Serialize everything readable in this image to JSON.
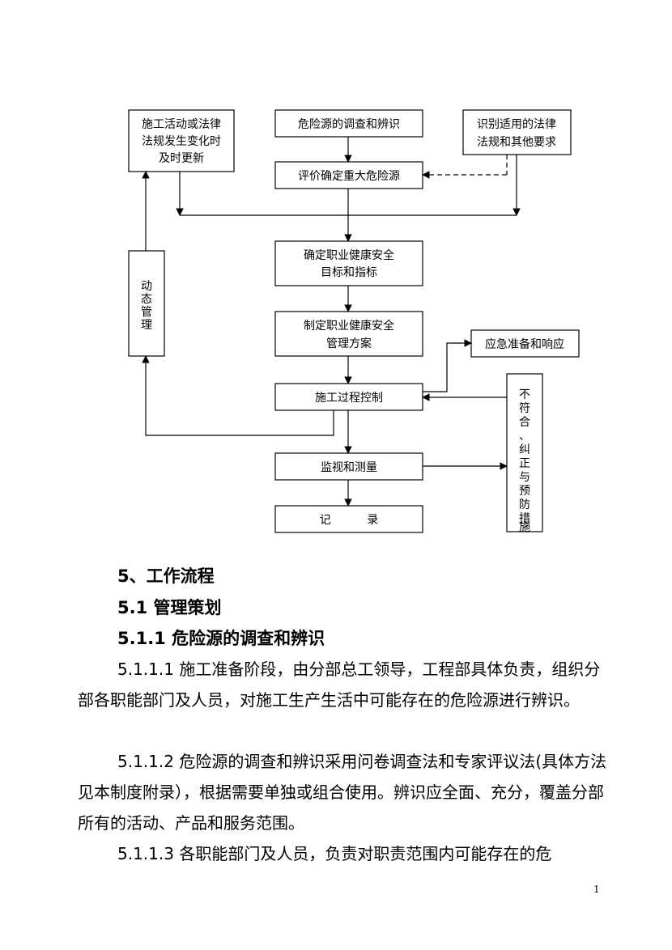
{
  "flowchart": {
    "box_activity_change": [
      "施工活动或法律",
      "法规发生变化时",
      "及时更新"
    ],
    "box_hazard_survey": "危险源的调查和辨识",
    "box_law_identify": [
      "识别适用的法律",
      "法规和其他要求"
    ],
    "box_evaluate": "评价确定重大危险源",
    "box_objectives": [
      "确定职业健康安全",
      "目标和指标"
    ],
    "box_dynamic": [
      "动",
      "态",
      "管",
      "理"
    ],
    "box_plan": [
      "制定职业健康安全",
      "管理方案"
    ],
    "box_emergency": "应急准备和响应",
    "box_process_control": "施工过程控制",
    "box_nonconform": [
      "不",
      "符",
      "合",
      "、",
      "纠",
      "正",
      "与",
      "预",
      "防",
      "措",
      "施"
    ],
    "box_monitor": "监视和测量",
    "box_record": "记          录"
  },
  "section": {
    "h1": "5、工作流程",
    "h2": "5.1 管理策划",
    "h3": "5.1.1 危险源的调查和辨识"
  },
  "paragraphs": {
    "p1": "5.1.1.1  施工准备阶段，由分部总工领导，工程部具体负责，组织分部各职能部门及人员，对施工生产生活中可能存在的危险源进行辨识。",
    "p2": "5.1.1.2 危险源的调查和辨识采用问卷调查法和专家评议法(具体方法见本制度附录），根据需要单独或组合使用。辨识应全面、充分，覆盖分部所有的活动、产品和服务范围。",
    "p3": "5.1.1.3  各职能部门及人员，负责对职责范围内可能存在的危"
  },
  "page_number": "1"
}
